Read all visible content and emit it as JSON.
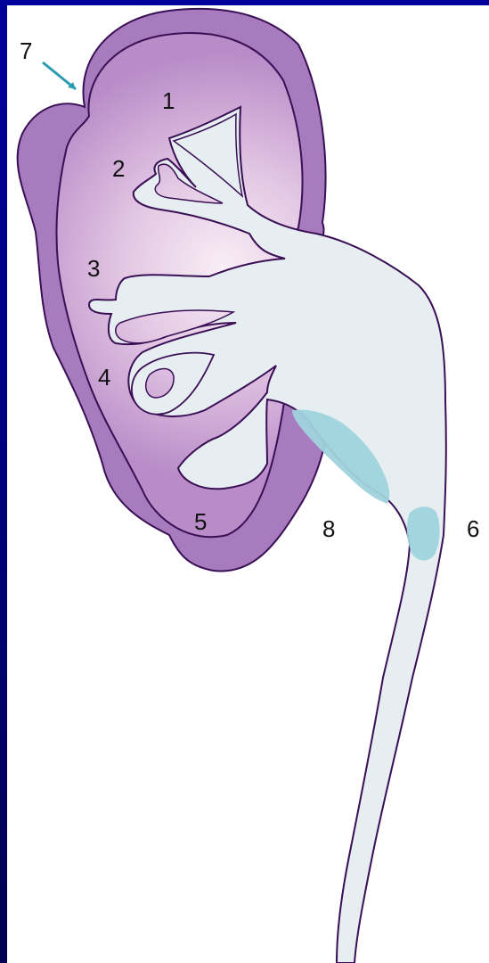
{
  "diagram": {
    "labels": {
      "n1": "1",
      "n2": "2",
      "n3": "3",
      "n4": "4",
      "n5": "5",
      "n6": "6",
      "n7": "7",
      "n8": "8"
    },
    "colors": {
      "background": "#00008c",
      "panel": "#ffffff",
      "cortex_outer": "#a77bbd",
      "medulla_center": "#f7eaf3",
      "medulla_edge": "#c79fd3",
      "collecting_system": "#e6eef2",
      "highlight": "#9fd3dc",
      "outline": "#3a0f55",
      "pointer": "#2a9bb0"
    }
  }
}
